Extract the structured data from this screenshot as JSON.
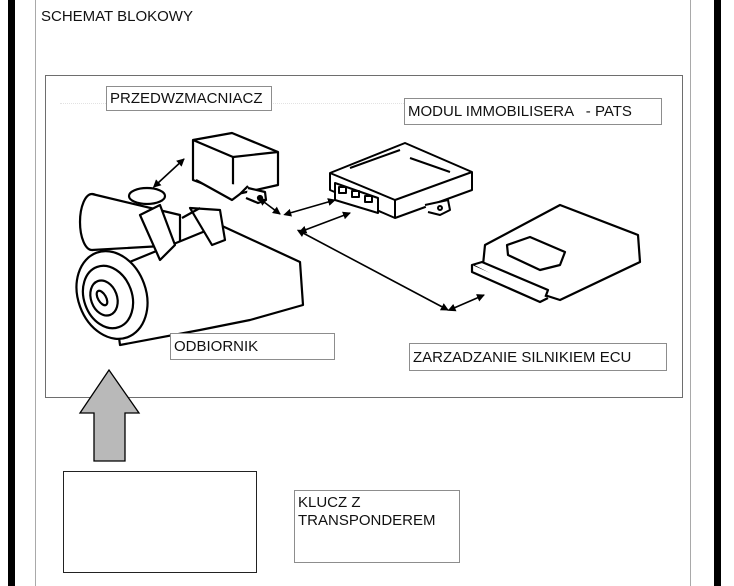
{
  "document": {
    "title": "SCHEMAT BLOKOWY"
  },
  "diagram": {
    "labels": {
      "preamp": "PRZEDWZMACNIACZ",
      "immobiliser": "MODUL IMMOBILISERA   - PATS",
      "receiver": "ODBIORNIK",
      "ecu": "ZARZADZANIE SILNIKIEM ECU",
      "key_line1": "KLUCZ Z",
      "key_line2": "TRANSPONDEREM"
    },
    "colors": {
      "arrow_fill": "#b9b9b9",
      "line": "#000000",
      "frame": "#6e6e6e"
    }
  }
}
